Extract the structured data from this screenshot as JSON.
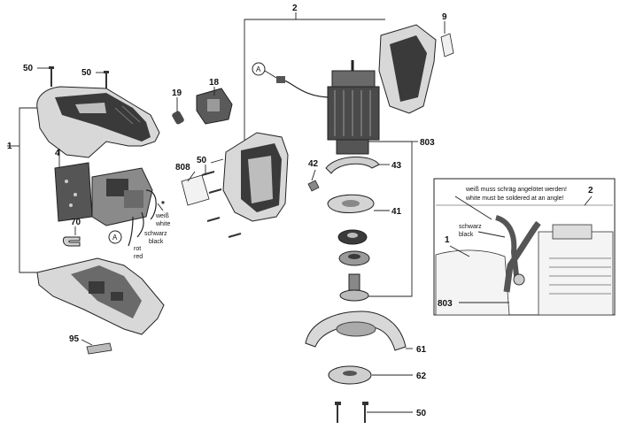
{
  "labels": {
    "n1": "1",
    "n2": "2",
    "n4": "4",
    "n9": "9",
    "n18": "18",
    "n19": "19",
    "n41": "41",
    "n42": "42",
    "n43": "43",
    "n50a": "50",
    "n50b": "50",
    "n50c": "50",
    "n50d": "50",
    "n61": "61",
    "n62": "62",
    "n70": "70",
    "n95": "95",
    "n803": "803",
    "n808": "808",
    "circleA": "A",
    "star": "*"
  },
  "wires": {
    "weiss": "weiß",
    "white": "white",
    "schwarz": "schwarz",
    "black": "black",
    "rot": "rot",
    "red": "red"
  },
  "inset": {
    "note_de": "weiß  muss schräg angelötet werden!",
    "note_en": "white  must be soldered at an angle!",
    "schwarz": "schwarz",
    "black": "black",
    "n1": "1",
    "n2": "2",
    "n803": "803"
  },
  "colors": {
    "housing_dark": "#3a3a3a",
    "housing_mid": "#8c8c8c",
    "housing_light": "#d8d8d8",
    "wire_tan": "#b8a88a"
  }
}
